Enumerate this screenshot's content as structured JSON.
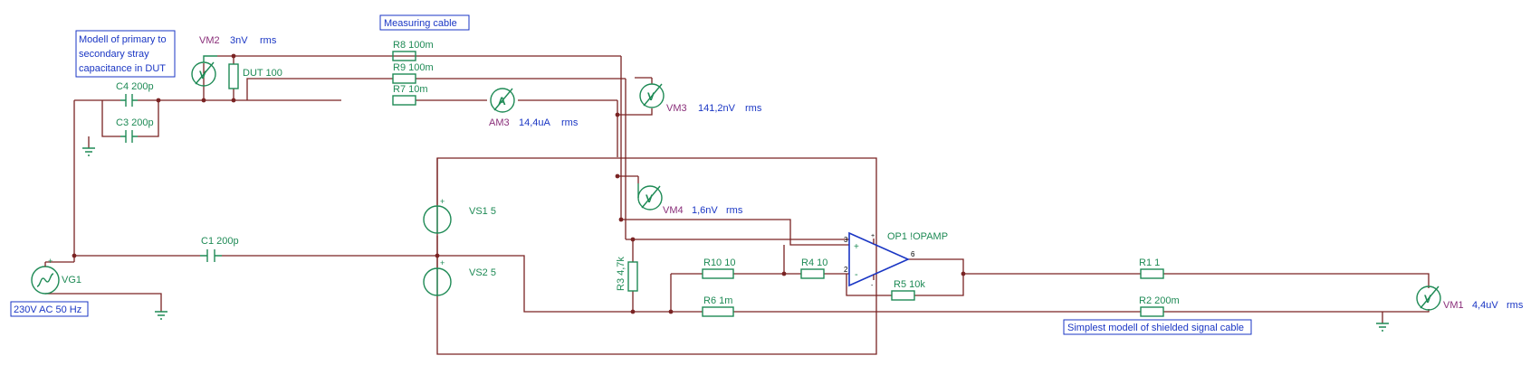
{
  "notes": {
    "measuring_cable": "Measuring cable",
    "stray_cap_lines": [
      "Modell of primary to",
      "secondary stray",
      "capacitance in DUT"
    ],
    "source_spec": "230V AC 50 Hz",
    "shield_note": "Simplest modell of shielded signal cable"
  },
  "components": {
    "r8": "R8 100m",
    "r9": "R9 100m",
    "r7": "R7 10m",
    "dut": "DUT 100",
    "c4": "C4 200p",
    "c3": "C3 200p",
    "c1": "C1 200p",
    "vs1": "VS1 5",
    "vs2": "VS2 5",
    "r3": "R3 4,7k",
    "r10": "R10 10",
    "r4": "R4 10",
    "r5": "R5 10k",
    "r6": "R6 1m",
    "r1": "R1 1",
    "r2": "R2 200m",
    "op1": "OP1 !OPAMP",
    "vg1": "VG1"
  },
  "meters": {
    "vm2": {
      "name": "VM2",
      "value": "3nV",
      "unit": "rms",
      "symbol": "V"
    },
    "vm3": {
      "name": "VM3",
      "value": "141,2nV",
      "unit": "rms",
      "symbol": "V"
    },
    "am3": {
      "name": "AM3",
      "value": "14,4uA",
      "unit": "rms",
      "symbol": "A"
    },
    "vm4": {
      "name": "VM4",
      "value": "1,6nV",
      "unit": "rms",
      "symbol": "V"
    },
    "vm1": {
      "name": "VM1",
      "value": "4,4uV",
      "unit": "rms",
      "symbol": "V"
    }
  },
  "pins": {
    "in_plus": "3",
    "in_minus": "2",
    "out": "6",
    "plus_sign": "+",
    "minus_sign": "-"
  },
  "colors": {
    "wire": "#7a2323",
    "component": "#1e8a55",
    "value": "#1a36c4",
    "meter_name": "#8a2f7a"
  }
}
